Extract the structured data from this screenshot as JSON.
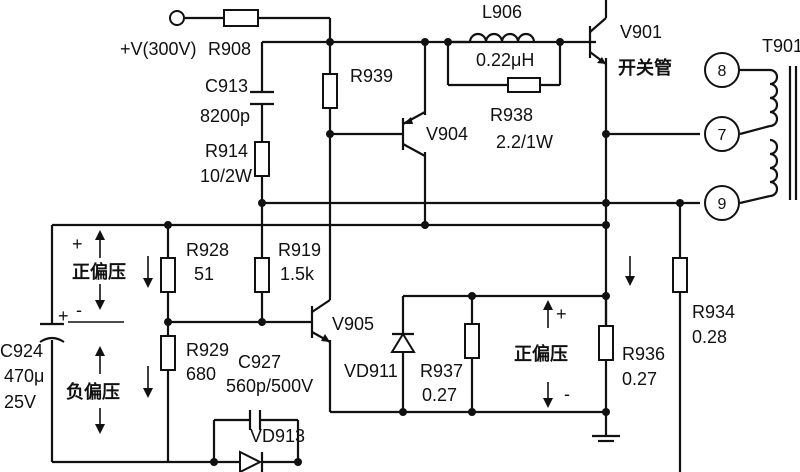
{
  "supply": {
    "label": "+V(300V)"
  },
  "components": {
    "R908": {
      "ref": "R908"
    },
    "C913": {
      "ref": "C913",
      "value": "8200p"
    },
    "R939": {
      "ref": "R939"
    },
    "L906": {
      "ref": "L906",
      "value": "0.22μH"
    },
    "R938": {
      "ref": "R938",
      "value": "2.2/1W"
    },
    "V901": {
      "ref": "V901",
      "desc": "开关管"
    },
    "V904": {
      "ref": "V904"
    },
    "V905": {
      "ref": "V905"
    },
    "R914": {
      "ref": "R914",
      "value": "10/2W"
    },
    "R928": {
      "ref": "R928",
      "value": "51"
    },
    "R919": {
      "ref": "R919",
      "value": "1.5k"
    },
    "R929": {
      "ref": "R929",
      "value": "680"
    },
    "C927": {
      "ref": "C927",
      "value": "560p/500V"
    },
    "VD913": {
      "ref": "VD913"
    },
    "VD911": {
      "ref": "VD911"
    },
    "R937": {
      "ref": "R937",
      "value": "0.27"
    },
    "R936": {
      "ref": "R936",
      "value": "0.27"
    },
    "R934": {
      "ref": "R934",
      "value": "0.28"
    },
    "C924": {
      "ref": "C924",
      "value": "470μ",
      "voltage": "25V"
    },
    "T901": {
      "ref": "T901",
      "pins": [
        "8",
        "7",
        "9"
      ]
    }
  },
  "annotations": {
    "plus": "+",
    "minus": "-",
    "positive_bias_left": "正偏压",
    "negative_bias": "负偏压",
    "positive_bias_right": "正偏压",
    "cap_plus": "+"
  }
}
